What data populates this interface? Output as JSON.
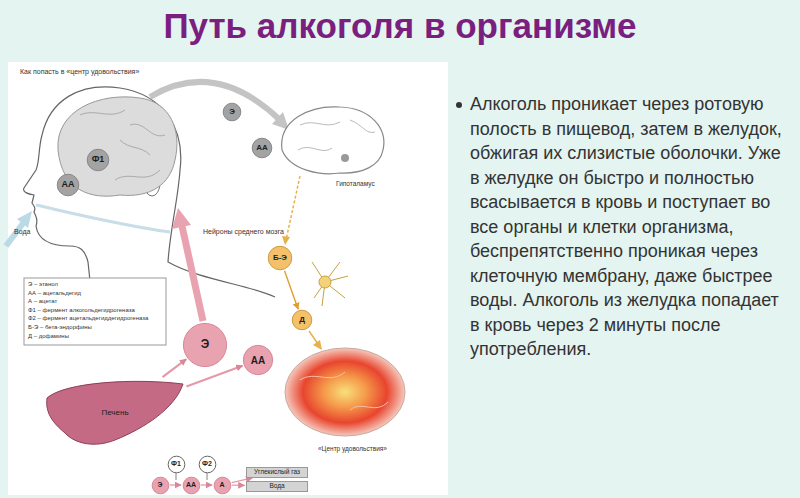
{
  "diagram": {
    "title": "Путь алкоголя в организме",
    "nodes": [
      {
        "text": [
          "Ф1"
        ]
      },
      {
        "text": [
          "АА"
        ]
      },
      {
        "text": [
          "Э"
        ]
      },
      {
        "text": [
          "АА"
        ]
      },
      {
        "text": [
          "Б-Э"
        ]
      },
      {
        "text": [
          "Д"
        ]
      },
      {
        "text": [
          "Э"
        ]
      },
      {
        "text": [
          "АА"
        ]
      },
      {
        "text": [
          "Печень"
        ]
      },
      {
        "text": [
          "Ф1"
        ]
      },
      {
        "text": [
          "Ф2"
        ]
      },
      {
        "text": [
          "Э"
        ]
      },
      {
        "text": [
          "АА"
        ]
      },
      {
        "text": [
          "А"
        ]
      },
      {
        "text": [
          "Углекислый газ"
        ]
      },
      {
        "text": [
          "Вода"
        ]
      }
    ],
    "edges": [
      {
        "from": 8,
        "to": 6,
        "arrow": "to"
      },
      {
        "from": 8,
        "to": 7,
        "arrow": "to"
      },
      {
        "from": 4,
        "to": 5,
        "arrow": "to"
      },
      {
        "from": 11,
        "to": 12,
        "arrow": "to"
      },
      {
        "from": 12,
        "to": 13,
        "arrow": "to"
      },
      {
        "from": 13,
        "to": 14,
        "arrow": "to"
      },
      {
        "from": 13,
        "to": 15,
        "arrow": "to"
      }
    ],
    "labels": [
      "Как попасть в «центр удовольствия»",
      "Гипоталамус",
      "Нейроны среднего мозга",
      "Вода",
      "Э – этанол",
      "АА – ацетальдегид",
      "А – ацетат",
      "Ф1 – фермент алкогольдегидрогеназа",
      "Ф2 – фермент ацетальдегиддегидрогеназа",
      "Б-Э – бета-эндорфины",
      "Д – дофамины",
      "«Центр удовольствия»",
      "Алкоголь проникает через ротовую полость в пищевод, затем в желудок, обжигая их слизистые оболочки. Уже в желудке он быстро и полностью всасывается в кровь и поступает во все органы и клетки организма, беспрепятственно проникая через клеточную мембрану, даже быстрее воды. Алкоголь из желудка попадает в кровь через 2 минуты после употребления."
    ]
  }
}
